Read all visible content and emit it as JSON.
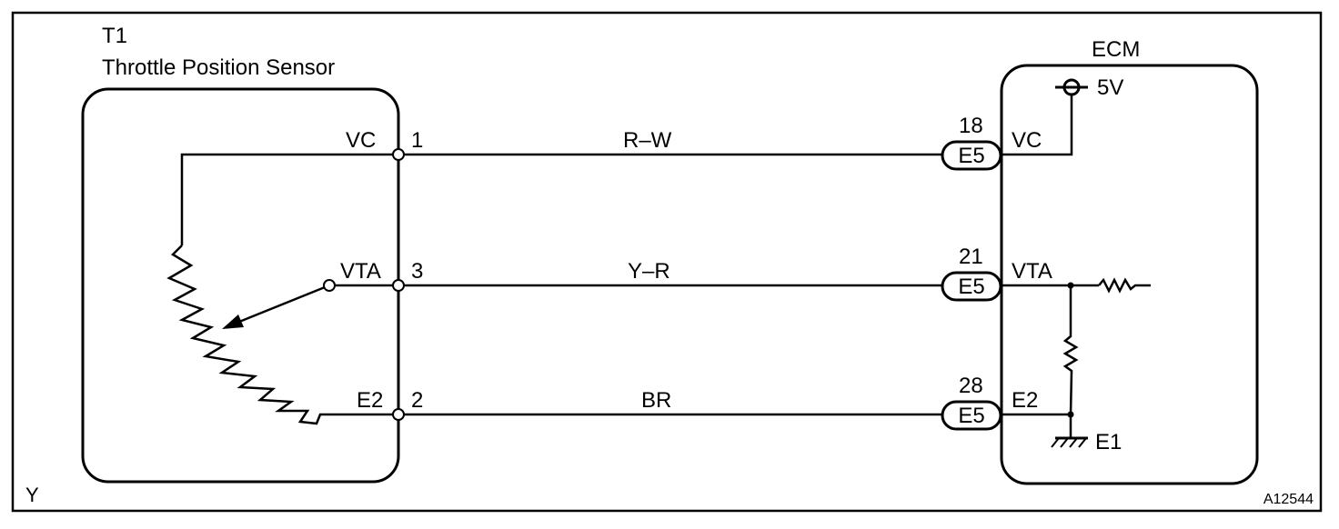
{
  "frame": {
    "corner_left": "Y",
    "corner_right": "A12544"
  },
  "sensor": {
    "id": "T1",
    "name": "Throttle Position Sensor",
    "pins": [
      {
        "signal": "VC",
        "number": "1"
      },
      {
        "signal": "VTA",
        "number": "3"
      },
      {
        "signal": "E2",
        "number": "2"
      }
    ]
  },
  "wires": [
    {
      "color_code": "R–W"
    },
    {
      "color_code": "Y–R"
    },
    {
      "color_code": "BR"
    }
  ],
  "ecm": {
    "title": "ECM",
    "supply": "5V",
    "ground": "E1",
    "connectors": [
      {
        "pin": "18",
        "connector": "E5",
        "signal": "VC"
      },
      {
        "pin": "21",
        "connector": "E5",
        "signal": "VTA"
      },
      {
        "pin": "28",
        "connector": "E5",
        "signal": "E2"
      }
    ]
  }
}
